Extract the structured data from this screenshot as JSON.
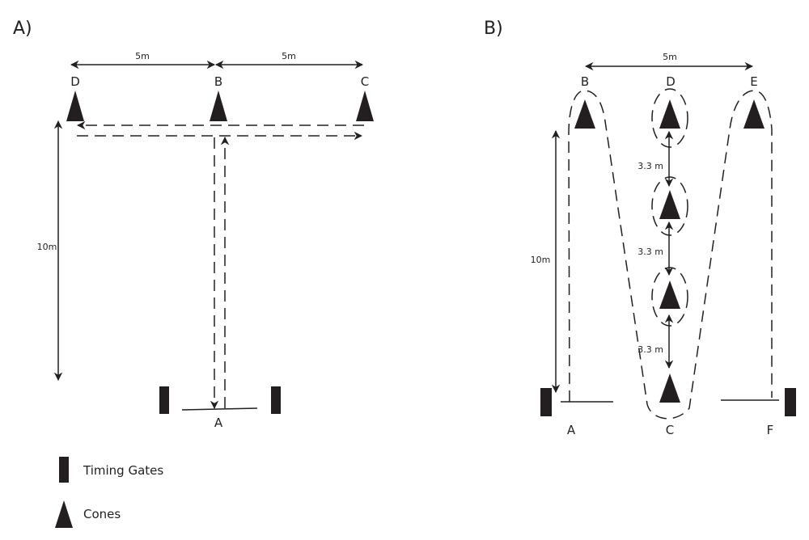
{
  "panel_a": {
    "title": "A)",
    "width_left": "5m",
    "width_right": "5m",
    "points": {
      "d": "D",
      "b": "B",
      "c": "C",
      "a": "A"
    },
    "length": "10m"
  },
  "panel_b": {
    "title": "B)",
    "width": "5m",
    "points": {
      "b": "B",
      "d": "D",
      "e": "E",
      "a": "A",
      "c": "C",
      "f": "F"
    },
    "length": "10m",
    "spacings": [
      "3.3 m",
      "3.3 m",
      "3.3 m"
    ]
  },
  "legend": {
    "timing_gates": "Timing Gates",
    "cones": "Cones"
  },
  "colors": {
    "ink": "#231f20"
  }
}
